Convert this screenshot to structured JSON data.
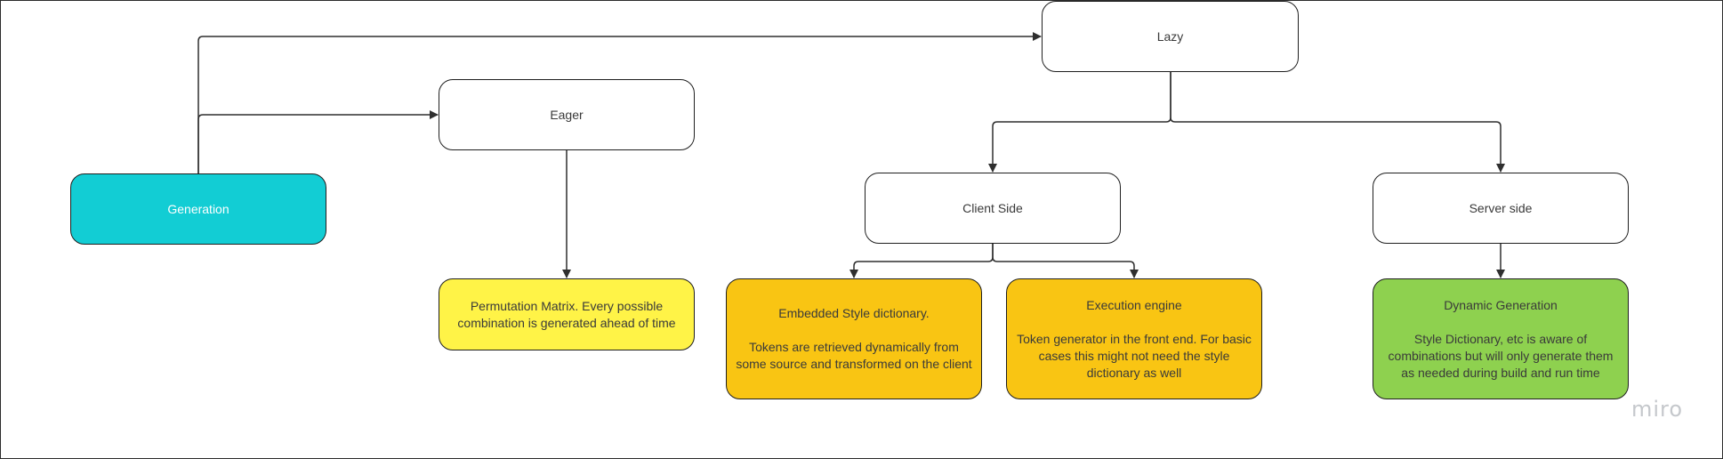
{
  "nodes": {
    "generation": "Generation",
    "eager": "Eager",
    "lazy": "Lazy",
    "permutation": "Permutation Matrix. Every possible combination is generated ahead of time",
    "client_side": "Client Side",
    "server_side": "Server side",
    "embedded": {
      "title": "Embedded Style dictionary.",
      "body": "Tokens are retrieved dynamically from some source and transformed on the client"
    },
    "execution": {
      "title": "Execution engine",
      "body": "Token generator in the front end. For basic cases  this might not need the style dictionary as well"
    },
    "dynamic": {
      "title": "Dynamic Generation",
      "body": "Style Dictionary, etc is aware of combinations but will only generate them as needed during build and run time"
    }
  },
  "watermark": "miro",
  "colors": {
    "generation": "#12cdd4",
    "permutation": "#fff347",
    "client_leaves": "#f9c513",
    "server_leaf": "#8ed14f",
    "connector": "#2f2f2f"
  },
  "edges": [
    {
      "from": "generation",
      "to": "lazy"
    },
    {
      "from": "generation",
      "to": "eager"
    },
    {
      "from": "eager",
      "to": "permutation"
    },
    {
      "from": "lazy",
      "to": "client_side"
    },
    {
      "from": "lazy",
      "to": "server_side"
    },
    {
      "from": "client_side",
      "to": "embedded"
    },
    {
      "from": "client_side",
      "to": "execution"
    },
    {
      "from": "server_side",
      "to": "dynamic"
    }
  ]
}
